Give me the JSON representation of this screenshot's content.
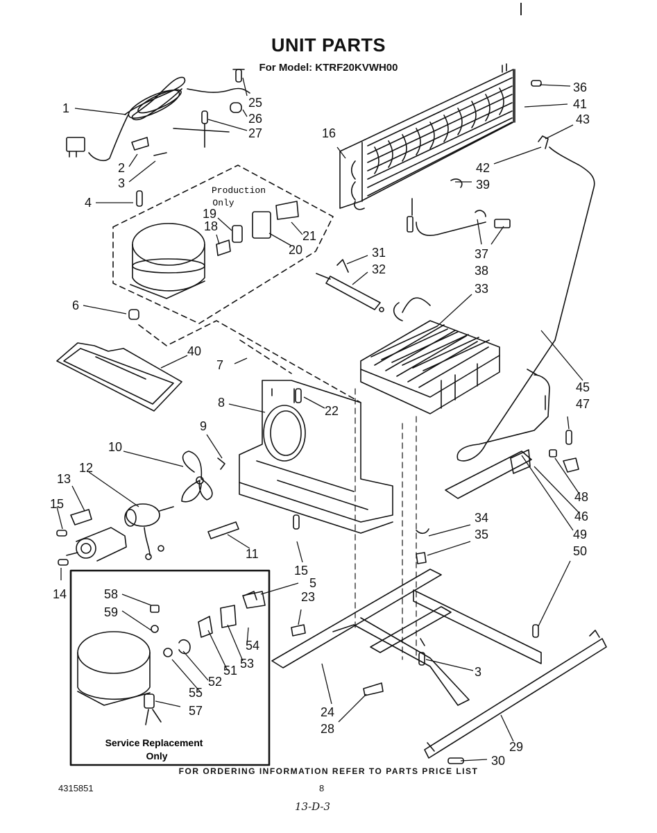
{
  "header": {
    "title": "UNIT PARTS",
    "model": "For Model: KTRF20KVWH00"
  },
  "callouts": {
    "production_only_line1": "Production",
    "production_only_line2": "Only",
    "service_line1": "Service Replacement",
    "service_line2": "Only"
  },
  "part_numbers": [
    "1",
    "2",
    "3",
    "4",
    "5",
    "6",
    "7",
    "8",
    "9",
    "10",
    "11",
    "12",
    "13",
    "14",
    "15",
    "15",
    "16",
    "18",
    "19",
    "20",
    "21",
    "22",
    "23",
    "24",
    "25",
    "26",
    "27",
    "28",
    "29",
    "30",
    "31",
    "32",
    "33",
    "34",
    "35",
    "36",
    "37",
    "38",
    "39",
    "40",
    "41",
    "42",
    "43",
    "45",
    "46",
    "47",
    "48",
    "49",
    "50",
    "51",
    "52",
    "53",
    "54",
    "55",
    "57",
    "58",
    "59",
    "3"
  ],
  "footer": {
    "ordering_note": "FOR ORDERING INFORMATION REFER TO PARTS PRICE LIST",
    "doc_number": "4315851",
    "page_number": "8",
    "handwritten": "13-D-3"
  }
}
